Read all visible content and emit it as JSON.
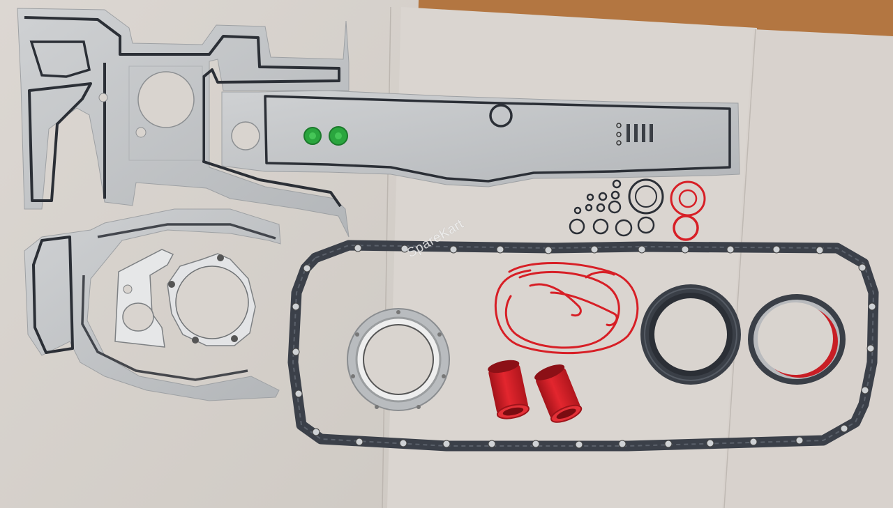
{
  "photo": {
    "subject": "",
    "watermark": "SpareKart"
  },
  "colors": {
    "wood": "#b77a45",
    "paper": "#d9d4cf",
    "steel_gasket": "#c2c4c6",
    "rubber_bead": "#2b2f36",
    "oil_pan_gasket": "#3b4049",
    "red_seal": "#d71f26",
    "green_cap": "#28a83c",
    "seal_body": "#3a3f47"
  },
  "parts": [
    {
      "id": "front-cover-gasket",
      "icon": "gasket-icon"
    },
    {
      "id": "valve-cover-gasket",
      "icon": "gasket-icon"
    },
    {
      "id": "gear-housing-gasket",
      "icon": "gasket-icon"
    },
    {
      "id": "oil-pan-gasket",
      "icon": "gasket-icon"
    },
    {
      "id": "crankshaft-seals",
      "icon": "seal-icon"
    },
    {
      "id": "o-ring-set",
      "icon": "ring-icon"
    },
    {
      "id": "red-sleeves",
      "icon": "sleeve-icon"
    },
    {
      "id": "green-caps",
      "icon": "cap-icon"
    }
  ]
}
